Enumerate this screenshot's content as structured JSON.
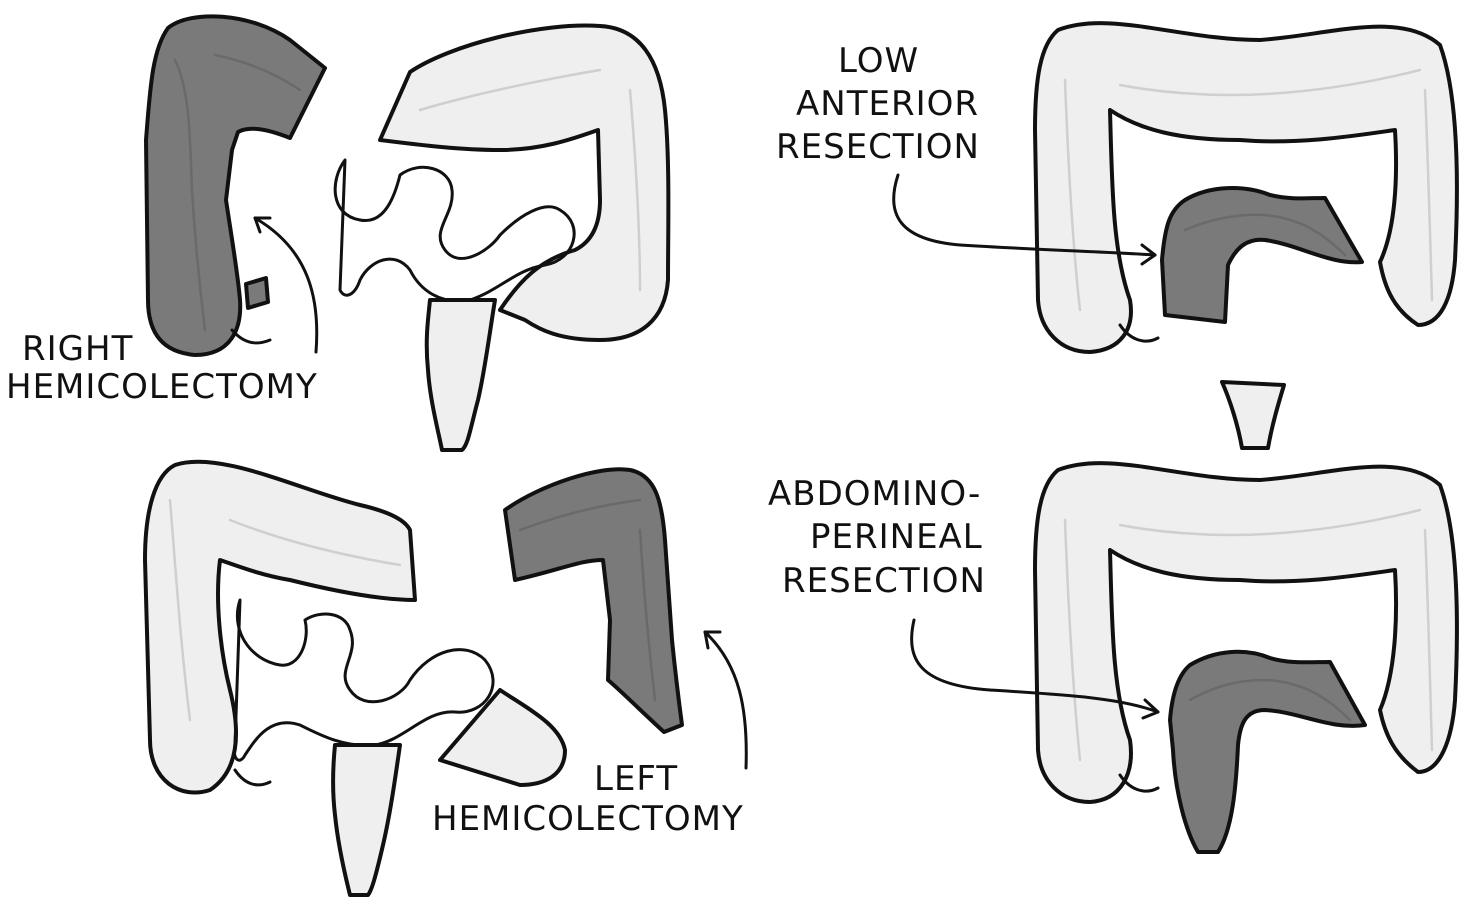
{
  "colors": {
    "healthy_fill": "#efefef",
    "resected_fill": "#7a7a7a",
    "healthy_haustra": "#cfcfcf",
    "resected_haustra": "#6a6a6a",
    "outline": "#111111"
  },
  "panels": {
    "right_hemicolectomy": {
      "label_line1": "RIGHT",
      "label_line2": "HEMICOLECTOMY"
    },
    "left_hemicolectomy": {
      "label_line1": "LEFT",
      "label_line2": "HEMICOLECTOMY"
    },
    "low_anterior_resection": {
      "label_line1": "LOW",
      "label_line2": "ANTERIOR",
      "label_line3": "RESECTION"
    },
    "abdominoperineal_resection": {
      "label_line1": "ABDOMINO-",
      "label_line2": "PERINEAL",
      "label_line3": "RESECTION"
    }
  }
}
